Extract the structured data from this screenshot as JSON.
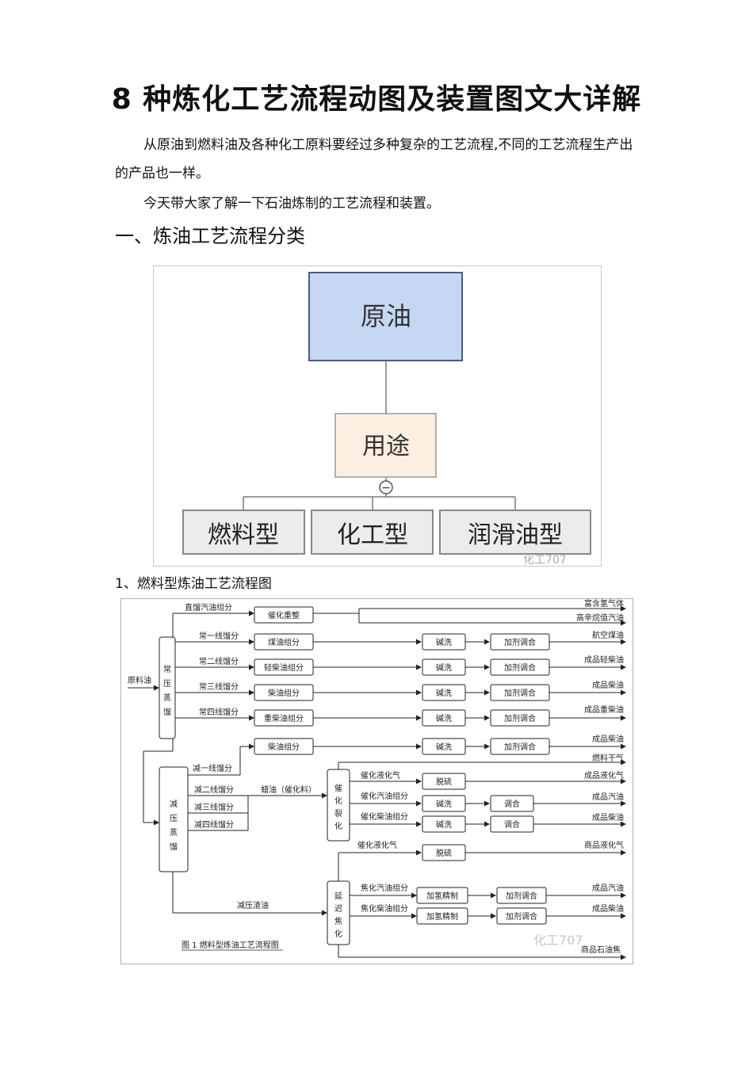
{
  "doc": {
    "title": "8 种炼化工艺流程动图及装置图文大详解",
    "intro_1": "从原油到燃料油及各种化工原料要经过多种复杂的工艺流程,不同的工艺流程生产出的产品也一样。",
    "intro_2": "今天带大家了解一下石油炼制的工艺流程和装置。",
    "section_1": "一、炼油工艺流程分类",
    "caption_1": "1、燃料型炼油工艺流程图"
  },
  "fig1": {
    "root": "原油",
    "middle": "用途",
    "collapse_symbol": "−",
    "leaves": [
      "燃料型",
      "化工型",
      "润滑油型"
    ],
    "watermark": "化工707"
  },
  "fig2": {
    "input": "原料油",
    "atm_tower": "常压蒸馏",
    "vac_tower": "减压蒸馏",
    "cat_unit": "催化裂化",
    "coker": "延迟焦化",
    "line_labels": {
      "straight_gasoline": "直馏汽油组分",
      "atm1": "常一线馏分",
      "atm2": "常二线馏分",
      "atm3": "常三线馏分",
      "atm4": "常四线馏分",
      "vac1": "减一线馏分",
      "vac2": "减二线馏分",
      "vac3": "减三线馏分",
      "vac4": "减四线馏分",
      "wax_oil": "蜡油（催化料）",
      "cat_lpg": "催化液化气",
      "cat_gasoline": "催化汽油组分",
      "cat_diesel": "催化柴油组分",
      "cat_lpg2": "催化液化气",
      "vac_residue": "减压渣油",
      "coker_gasoline": "焦化汽油组分",
      "coker_diesel": "焦化柴油组分"
    },
    "boxes": {
      "reformer": "催化重整",
      "kerosene_cut": "煤油组分",
      "light_diesel_cut": "轻柴油组分",
      "diesel_cut": "柴油组分",
      "heavy_diesel_cut": "重柴油组分",
      "diesel_cut2": "柴油组分",
      "caustic_wash": "碱洗",
      "additive_blend": "加剂调合",
      "desulfur": "脱硫",
      "blend": "调合",
      "hydrotreat": "加氢精制"
    },
    "products": {
      "hydrogen_gas": "富含氢气体",
      "aromatic_gasoline": "高辛烷值汽油",
      "jet_fuel": "航空煤油",
      "light_diesel": "成品轻柴油",
      "diesel": "成品柴油",
      "heavy_diesel": "成品重柴油",
      "diesel2": "成品柴油",
      "fuel_gas": "燃料干气",
      "lpg": "成品液化气",
      "gasoline": "成品汽油",
      "diesel3": "成品柴油",
      "commercial_lpg": "商品液化气",
      "coker_gasoline_prod": "成品汽油",
      "coker_diesel_prod": "成品柴油",
      "coke": "商品石油焦"
    },
    "caption": "图 1 燃料型炼油工艺流程图",
    "watermark": "化工707"
  }
}
